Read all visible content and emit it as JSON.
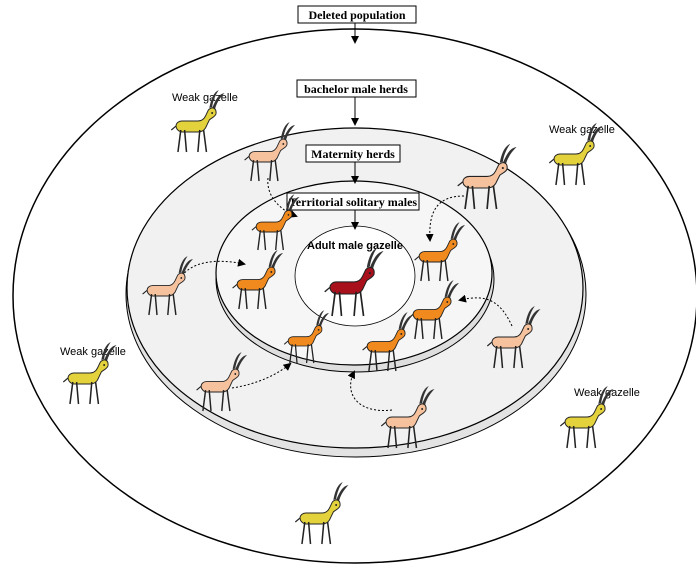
{
  "labels": {
    "deleted_population": "Deleted population",
    "bachelor_male_herds": "bachelor male herds",
    "maternity_herds": "Maternity herds",
    "territorial_solitary_males": "Territorial solitary males",
    "adult_male_gazelle": "Adult male gazelle",
    "weak_gazelle": "Weak gazelle"
  },
  "colors": {
    "weak": "#e3d23c",
    "maternity": "#f6c29e",
    "territorial": "#f08a1e",
    "adult_male": "#a8101c",
    "ring_fill": "#f1f1f1"
  },
  "icons": {
    "gazelle": "gazelle-icon",
    "arrow": "arrow-icon"
  }
}
